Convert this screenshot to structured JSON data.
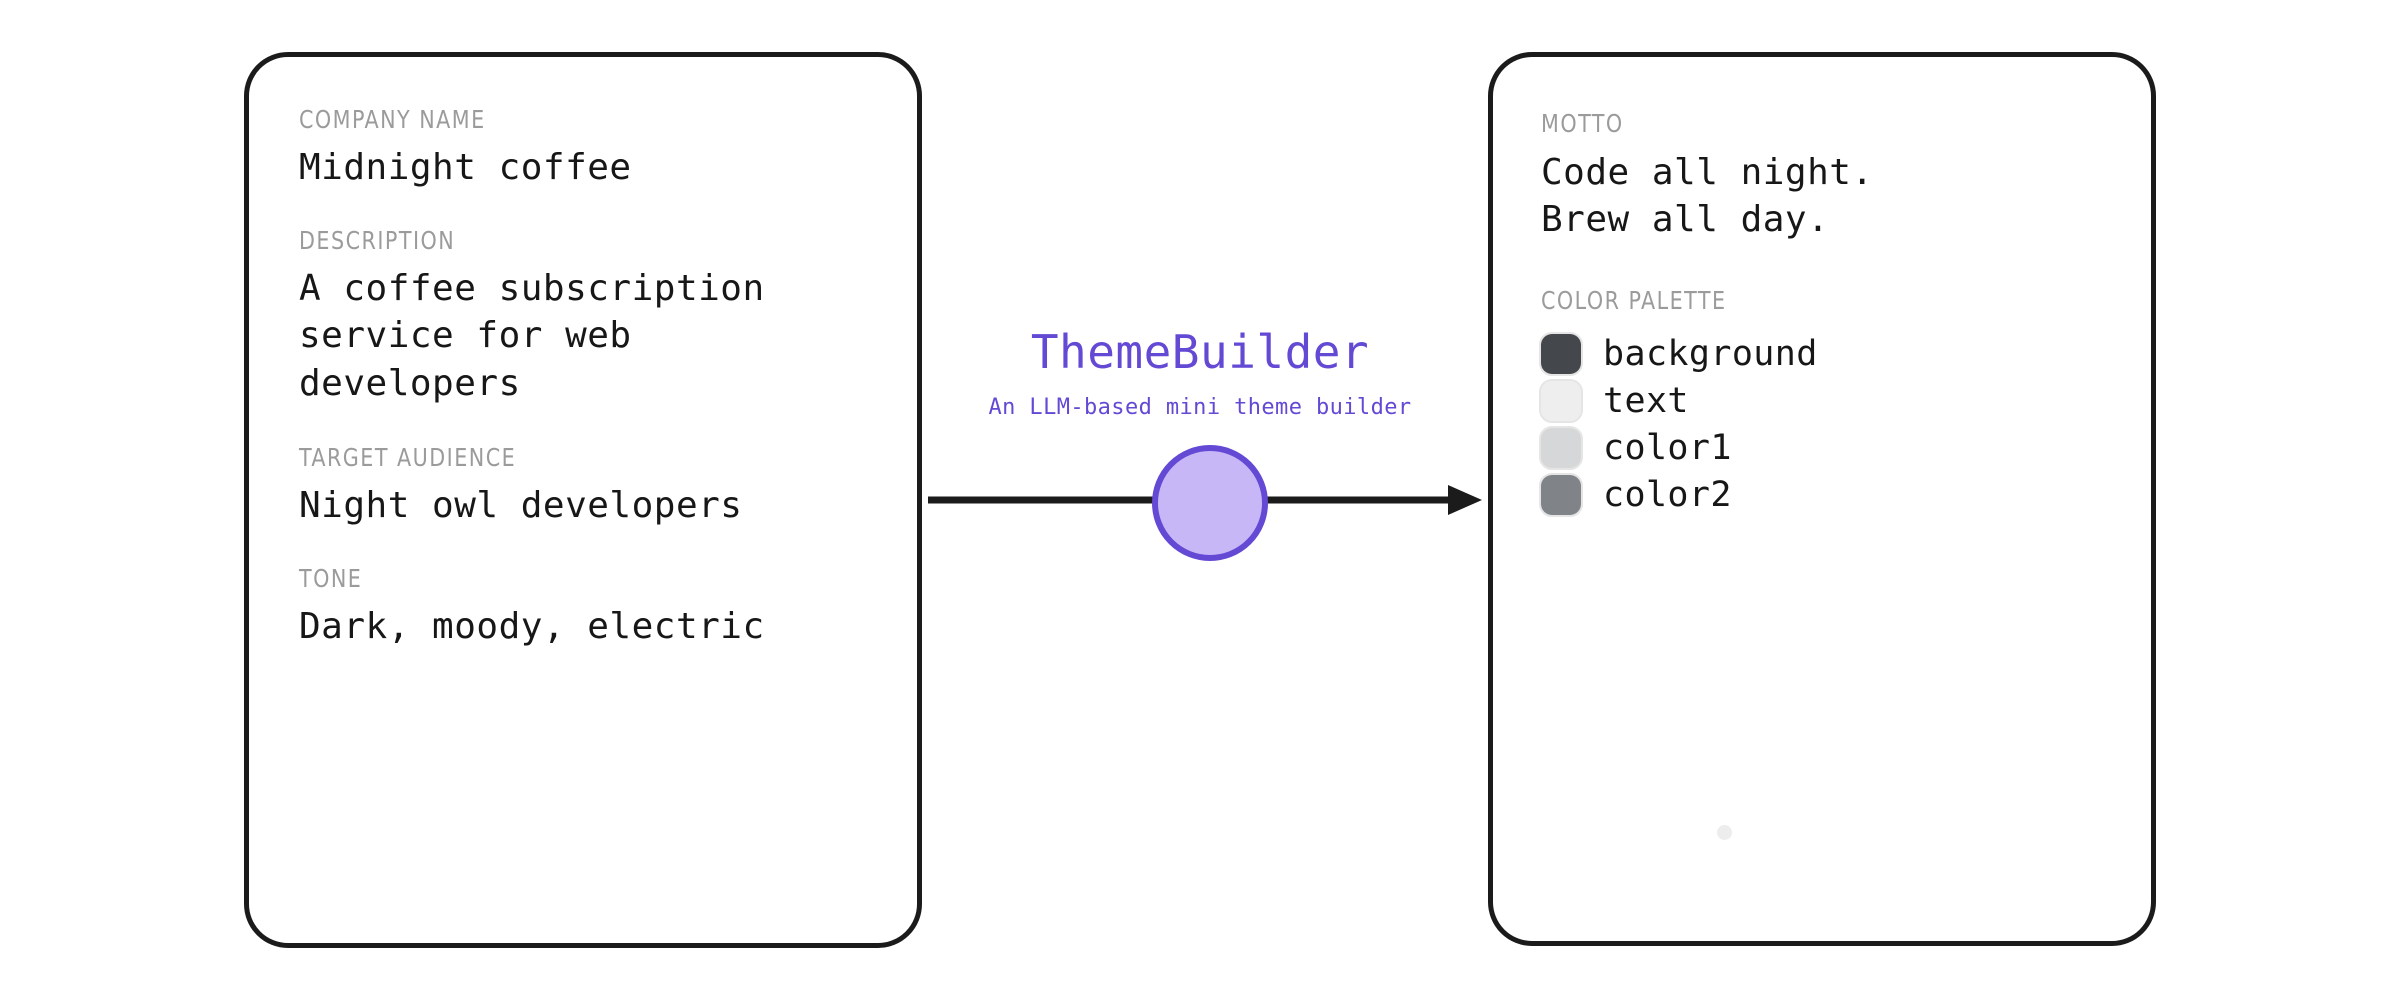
{
  "app": {
    "title": "ThemeBuilder",
    "subtitle": "An LLM-based mini theme builder",
    "accent_color": "#6449d4",
    "node_fill_color": "#c8b7f6"
  },
  "input_card": {
    "fields": [
      {
        "label": "COMPANY NAME",
        "value": "Midnight coffee"
      },
      {
        "label": "DESCRIPTION",
        "value": "A coffee subscription\nservice for web\ndevelopers"
      },
      {
        "label": "TARGET AUDIENCE",
        "value": "Night owl developers"
      },
      {
        "label": "TONE",
        "value": "Dark, moody, electric"
      }
    ]
  },
  "output_card": {
    "motto": {
      "label": "MOTTO",
      "value": "Code all night.\nBrew all day."
    },
    "palette": {
      "label": "COLOR PALETTE",
      "swatches": [
        {
          "name": "background",
          "color": "#44484c"
        },
        {
          "name": "text",
          "color": "#eeeeee"
        },
        {
          "name": "color1",
          "color": "#d5d7d8"
        },
        {
          "name": "color2",
          "color": "#808488"
        }
      ]
    }
  }
}
